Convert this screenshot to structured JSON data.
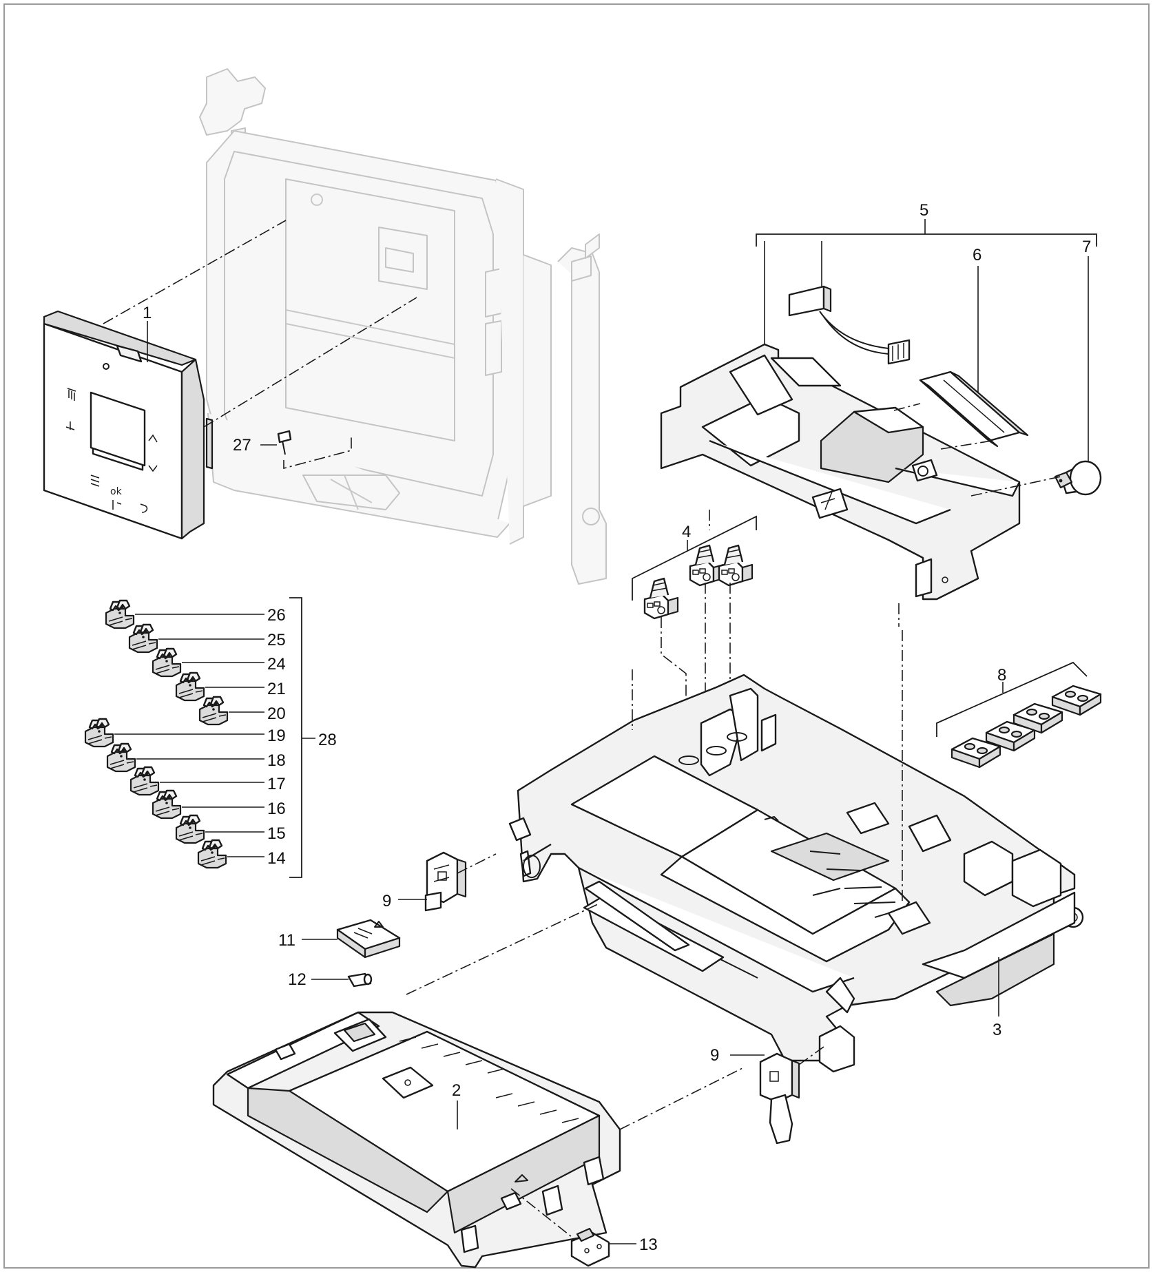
{
  "labels": {
    "p1": "1",
    "p2": "2",
    "p3": "3",
    "p4": "4",
    "p5": "5",
    "p6": "6",
    "p7": "7",
    "p8": "8",
    "p9a": "9",
    "p9b": "9",
    "p11": "11",
    "p12": "12",
    "p13": "13",
    "p14": "14",
    "p15": "15",
    "p16": "16",
    "p17": "17",
    "p18": "18",
    "p19": "19",
    "p20": "20",
    "p21": "21",
    "p24": "24",
    "p25": "25",
    "p26": "26",
    "p27": "27",
    "p28": "28"
  },
  "panel_symbols": {
    "ok": "ok"
  },
  "colors": {
    "line": "#1a1a1a",
    "ghost": "#c4c4c4",
    "frame": "#9a9a9a"
  }
}
